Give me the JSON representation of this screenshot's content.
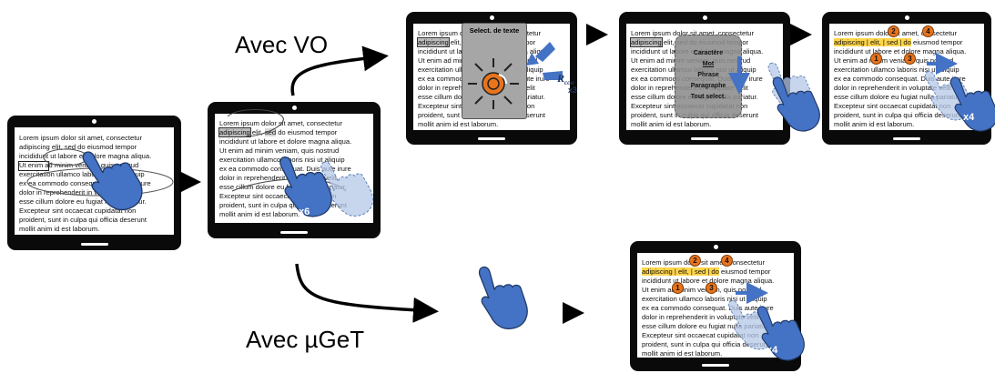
{
  "captions": {
    "vo": "Avec VO",
    "mget": "Avec µGeT"
  },
  "lorem_lines": [
    "Lorem ipsum dolor sit amet, consectetur",
    "adipiscing elit, sed do eiusmod tempor",
    "incididunt ut labore et dolore magna aliqua.",
    "Ut enim ad minim veniam, quis nostrud",
    "exercitation ullamco laboris nisi ut aliquip",
    "ex ea commodo consequat. Duis aute irure",
    "dolor in reprehenderit in voluptate velit",
    "esse cillum dolore eu fugiat nulla pariatur.",
    "Excepteur sint occaecat cupidatat non",
    "proident, sunt in culpa qui officia deserunt",
    "mollit anim id est laborum."
  ],
  "rotor_panel": {
    "title": "Select. de texte"
  },
  "granularity_menu": {
    "items": [
      "Caractère",
      "Mot",
      "Phrase",
      "Paragraphe",
      "Tout select."
    ],
    "selected": "Mot"
  },
  "gesture_labels": {
    "tap_count_step2": "x6",
    "rotor_label": "R",
    "rotor_sub": "ccw",
    "rotor_count": "x3",
    "swipe_count_step5": "x4",
    "swipe_count_mget": "x4"
  },
  "selection_markers": [
    "1",
    "2",
    "3",
    "4"
  ],
  "colors": {
    "hand_fill": "#4472c4",
    "hand_stroke": "#1f3864",
    "ghost_hand": "#b4c7e7",
    "arrow_blue": "#4472c4",
    "marker_orange": "#e8741c",
    "highlight_yellow": "#ffd54a",
    "panel_gray": "#a6a6a6",
    "tablet_black": "#0a0a0a"
  }
}
